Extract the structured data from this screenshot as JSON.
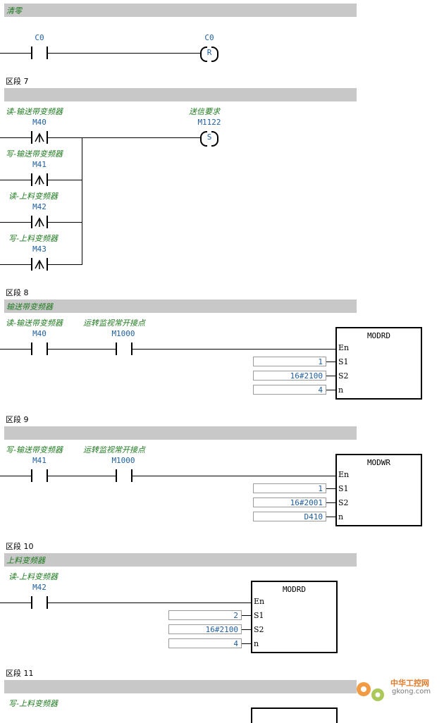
{
  "n6": {
    "bar": "清零",
    "c0_a": "C0",
    "c0_b": "C0",
    "coil_r": "R"
  },
  "n7": {
    "label": "区段 7",
    "c1": "读-输送带变频器",
    "a1": "M40",
    "c2": "写-输送带变频器",
    "a2": "M41",
    "c3": "读-上料变频器",
    "a3": "M42",
    "c4": "写-上料变频器",
    "a4": "M43",
    "coil_cmt": "送信要求",
    "coil_addr": "M1122",
    "coil_s": "S"
  },
  "n8": {
    "label": "区段 8",
    "bar": "输送带变频器",
    "c1": "读-输送带变频器",
    "a1": "M40",
    "c2": "运转监视常开接点",
    "a2": "M1000",
    "box": "MODRD",
    "en": "En",
    "s1": "S1",
    "s2": "S2",
    "n": "n",
    "v1": "1",
    "v2": "16#2100",
    "v3": "4"
  },
  "n9": {
    "label": "区段 9",
    "c1": "写-输送带变频器",
    "a1": "M41",
    "c2": "运转监视常开接点",
    "a2": "M1000",
    "box": "MODWR",
    "en": "En",
    "s1": "S1",
    "s2": "S2",
    "n": "n",
    "v1": "1",
    "v2": "16#2001",
    "v3": "D410"
  },
  "n10": {
    "label": "区段 10",
    "bar": "上料变频器",
    "c1": "读-上料变频器",
    "a1": "M42",
    "box": "MODRD",
    "en": "En",
    "s1": "S1",
    "s2": "S2",
    "n": "n",
    "v1": "2",
    "v2": "16#2100",
    "v3": "4"
  },
  "n11": {
    "label": "区段 11",
    "c1": "写-上料变频器"
  },
  "watermark": {
    "text1": "中华工控网",
    "text2": "gkong.com"
  },
  "colors": {
    "comment": "#1e7a1e",
    "address": "#1f5fa0",
    "bar": "#c8c8c8"
  }
}
